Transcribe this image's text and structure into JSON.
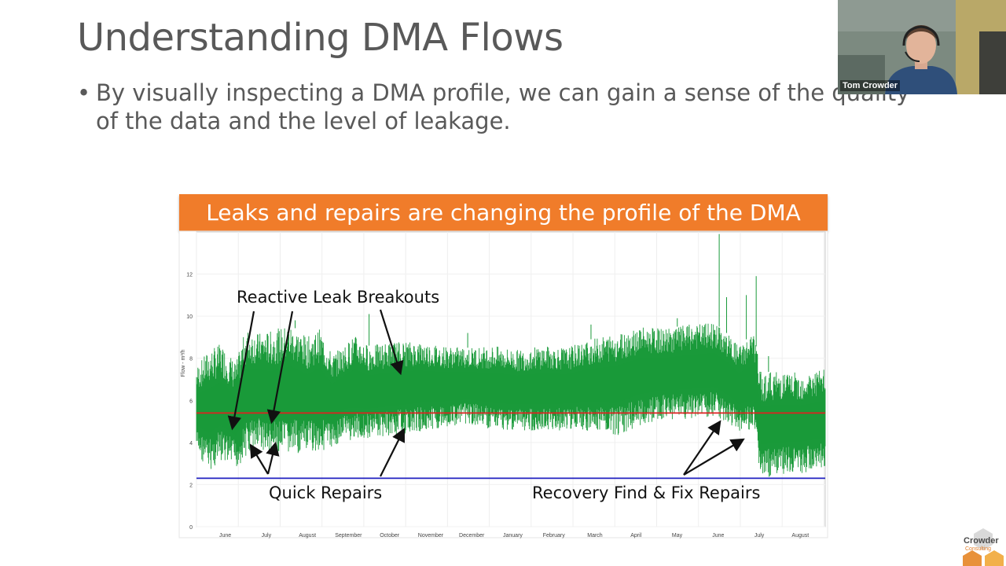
{
  "slide": {
    "title": "Understanding DMA Flows",
    "bullet_symbol": "•",
    "bullet": "By visually inspecting a DMA profile, we can gain a sense of the quality of the data and the level of leakage."
  },
  "banner": {
    "text": "Leaks and repairs are changing the profile of the DMA",
    "color": "#f07c2a"
  },
  "video": {
    "name": "Tom Crowder"
  },
  "logo": {
    "text": "Crowder",
    "subtext": "Consulting"
  },
  "annotations": {
    "reactive": "Reactive Leak Breakouts",
    "quick": "Quick Repairs",
    "recovery": "Recovery Find & Fix Repairs"
  },
  "chart_data": {
    "type": "line",
    "ylabel": "Flow - m³/h",
    "ylim": [
      0,
      14
    ],
    "yticks": [
      0,
      2,
      4,
      6,
      8,
      10,
      12
    ],
    "categories": [
      "June",
      "July",
      "August",
      "September",
      "October",
      "November",
      "December",
      "January",
      "February",
      "March",
      "April",
      "May",
      "June",
      "July",
      "August"
    ],
    "series_color": "#1a9a3a",
    "reference_lines": [
      {
        "y": 5.4,
        "color": "#e02020"
      },
      {
        "y": 2.3,
        "color": "#2020c0"
      }
    ],
    "series": [
      {
        "band_points": [
          [
            0.0,
            3.5,
            7.6
          ],
          [
            0.5,
            2.6,
            8.4
          ],
          [
            1.0,
            3.0,
            8.7
          ],
          [
            1.6,
            2.7,
            7.8
          ],
          [
            2.0,
            3.3,
            9.4
          ],
          [
            2.5,
            3.8,
            9.2
          ],
          [
            3.0,
            3.3,
            9.3
          ],
          [
            3.8,
            3.4,
            9.6
          ],
          [
            4.5,
            3.5,
            9.0
          ],
          [
            5.0,
            3.6,
            9.4
          ],
          [
            5.5,
            3.7,
            8.2
          ],
          [
            6.0,
            4.2,
            8.6
          ],
          [
            6.4,
            4.0,
            9.1
          ],
          [
            7.0,
            4.2,
            8.6
          ],
          [
            8.0,
            4.3,
            8.8
          ],
          [
            9.0,
            4.5,
            8.8
          ],
          [
            10.0,
            4.7,
            8.6
          ],
          [
            11.0,
            4.9,
            8.5
          ],
          [
            12.0,
            4.6,
            8.6
          ],
          [
            13.0,
            4.6,
            8.4
          ],
          [
            14.0,
            4.5,
            8.6
          ],
          [
            15.0,
            4.6,
            8.5
          ],
          [
            16.0,
            4.5,
            8.9
          ],
          [
            17.0,
            4.3,
            9.2
          ],
          [
            18.0,
            4.8,
            9.5
          ],
          [
            19.0,
            5.1,
            9.4
          ],
          [
            20.0,
            5.1,
            9.6
          ],
          [
            21.0,
            5.2,
            9.7
          ],
          [
            21.6,
            4.9,
            9.1
          ],
          [
            22.0,
            4.5,
            8.6
          ],
          [
            22.6,
            4.5,
            9.2
          ],
          [
            22.9,
            2.3,
            7.3
          ],
          [
            23.5,
            2.4,
            7.4
          ],
          [
            24.5,
            2.5,
            7.3
          ],
          [
            25.5,
            2.7,
            7.5
          ]
        ],
        "spikes": [
          [
            4.0,
            9.8
          ],
          [
            7.0,
            10.1
          ],
          [
            11.0,
            9.2
          ],
          [
            16.0,
            9.6
          ],
          [
            19.5,
            9.9
          ],
          [
            21.2,
            13.9
          ],
          [
            21.5,
            10.9
          ],
          [
            22.3,
            11.0
          ],
          [
            22.7,
            11.9
          ],
          [
            23.2,
            8.1
          ]
        ]
      }
    ]
  }
}
